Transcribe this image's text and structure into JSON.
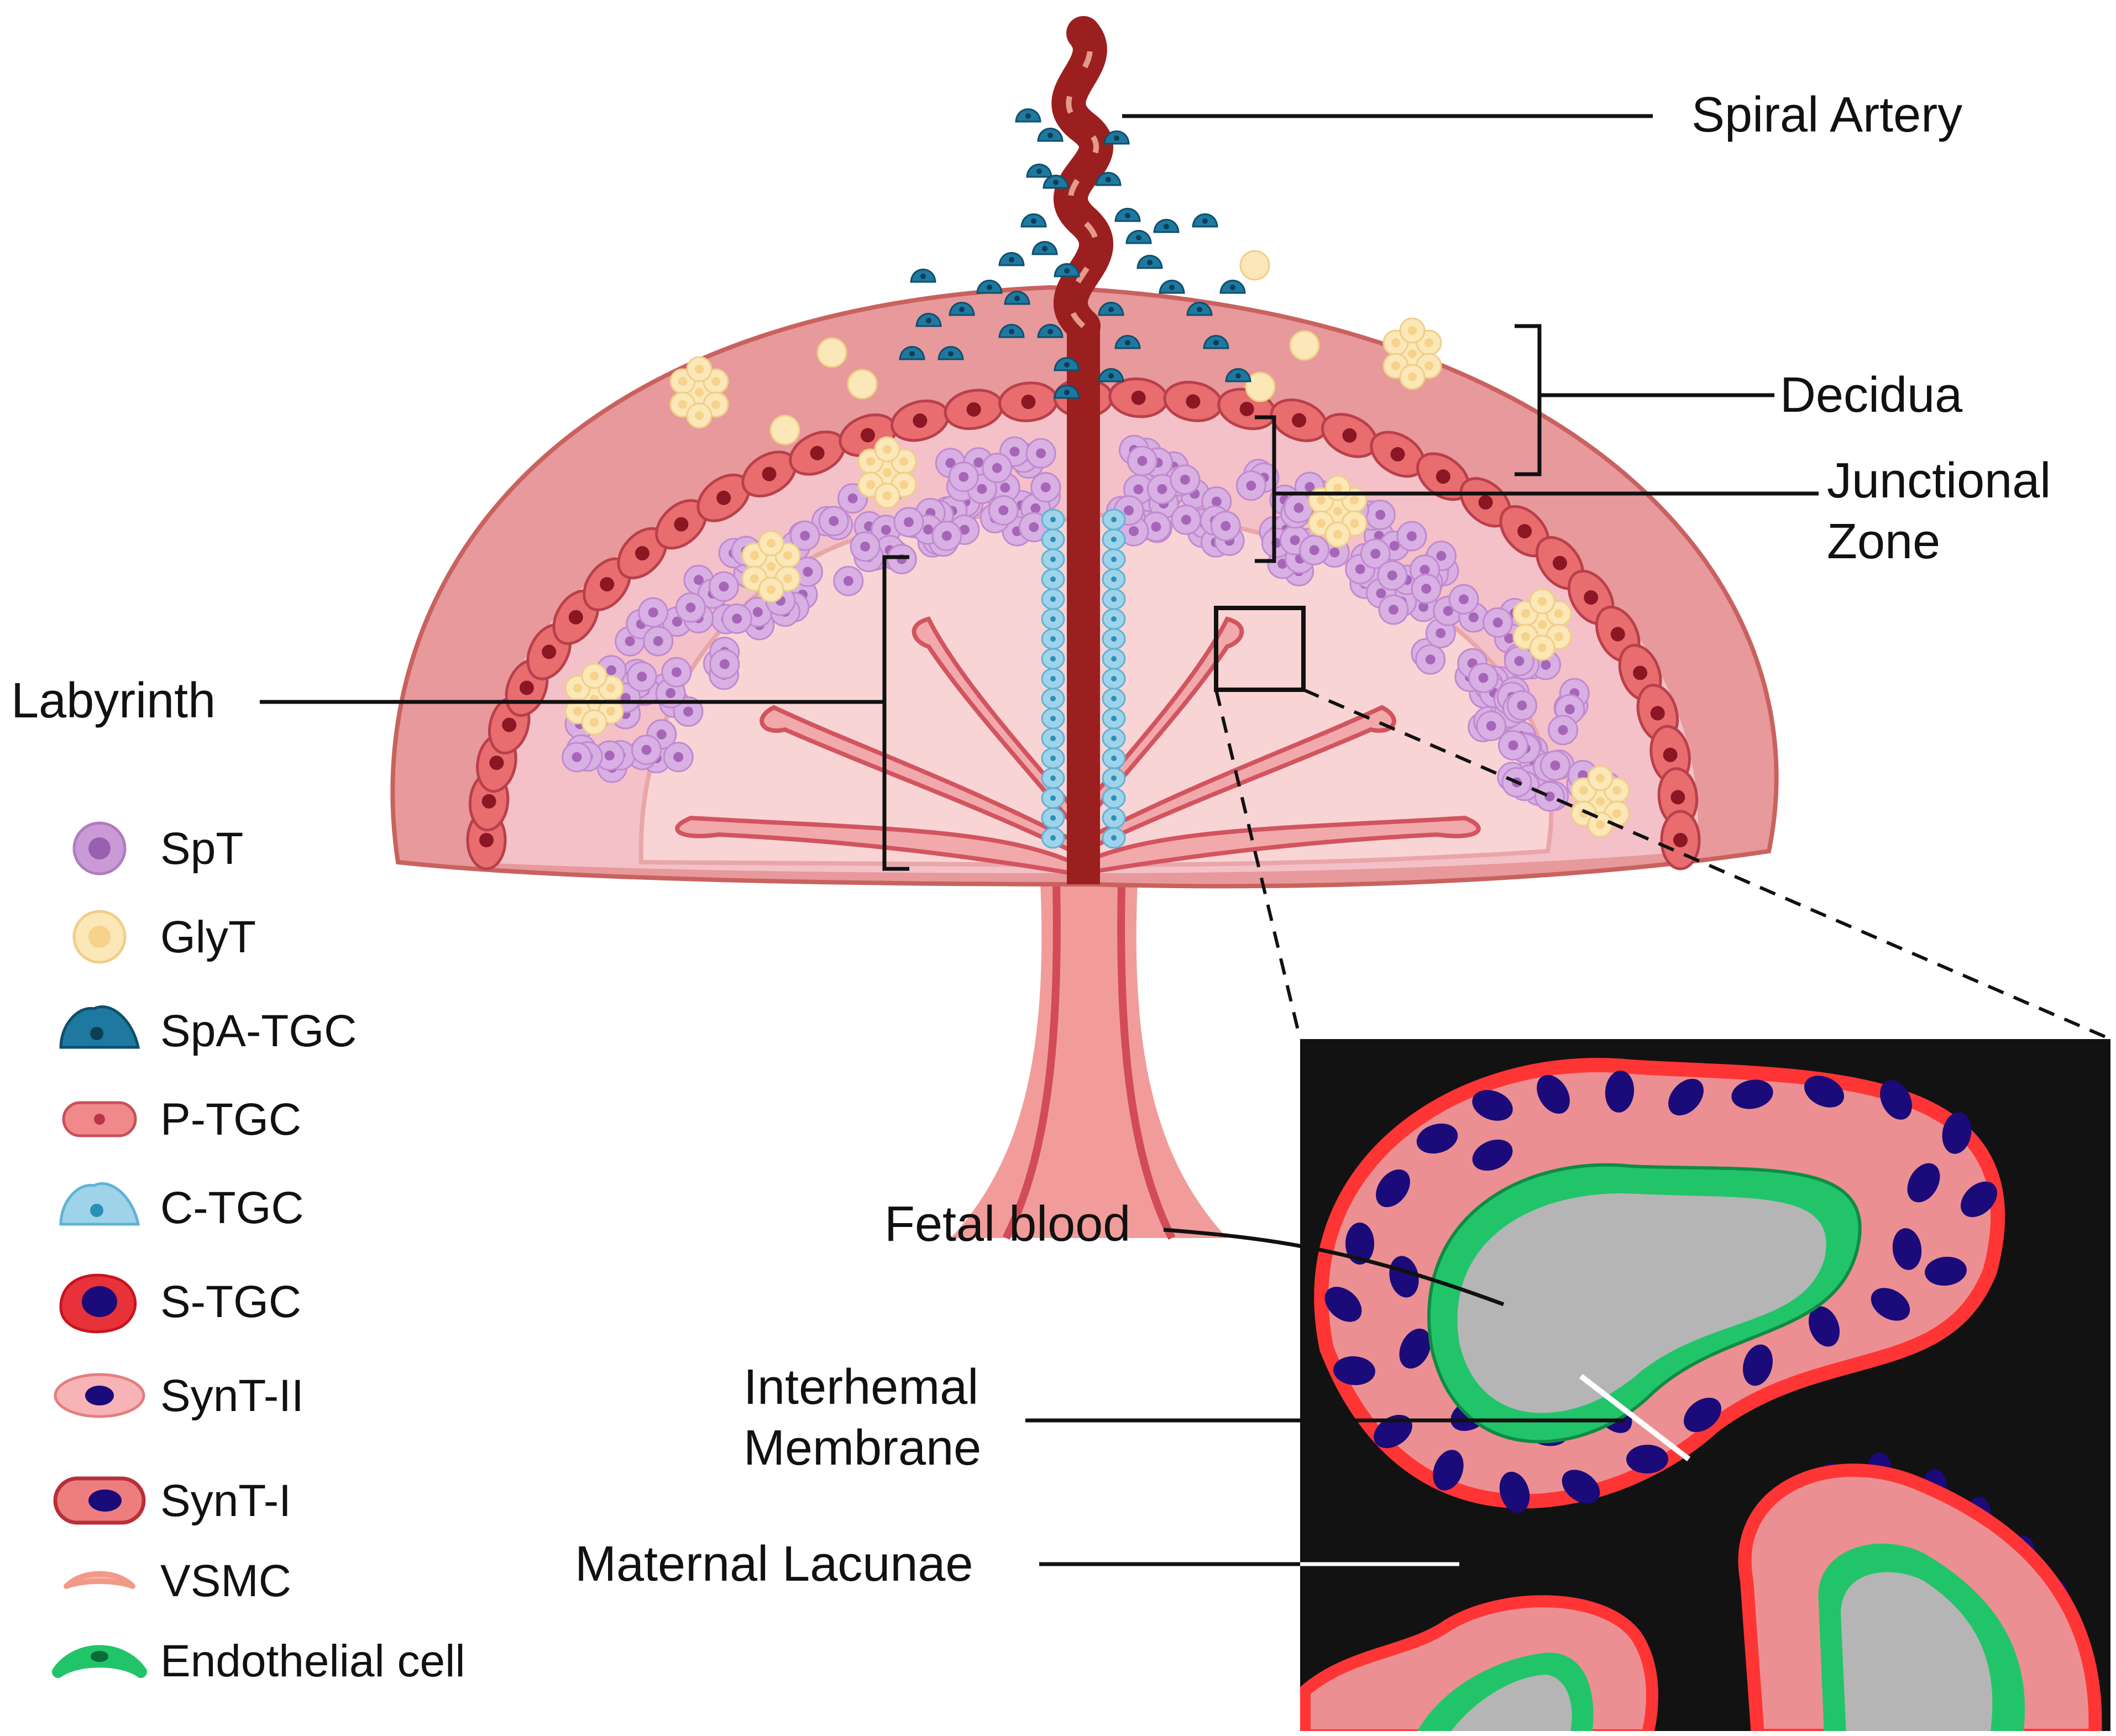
{
  "labels": {
    "spiral_artery": "Spiral Artery",
    "decidua": "Decidua",
    "junctional_zone_line1": "Junctional",
    "junctional_zone_line2": "Zone",
    "labyrinth": "Labyrinth",
    "fetal_blood": "Fetal blood",
    "interhemal_line1": "Interhemal",
    "interhemal_line2": "Membrane",
    "maternal_lacunae": "Maternal Lacunae"
  },
  "legend": [
    {
      "key": "spt",
      "label": "SpT",
      "icon": "spongiotrophoblast-cell-icon",
      "fill": "#c99ad6",
      "nucleus": "#9a5fae"
    },
    {
      "key": "glyt",
      "label": "GlyT",
      "icon": "glycogen-trophoblast-cell-icon",
      "fill": "#fbe7b8",
      "nucleus": "#f6d28a"
    },
    {
      "key": "spa-tgc",
      "label": "SpA-TGC",
      "icon": "spiral-artery-tgc-icon",
      "fill": "#1e78a0",
      "nucleus": "#0d3e57"
    },
    {
      "key": "p-tgc",
      "label": "P-TGC",
      "icon": "parietal-tgc-icon",
      "fill": "#f08a8a",
      "nucleus": "#b8344a"
    },
    {
      "key": "c-tgc",
      "label": "C-TGC",
      "icon": "canal-tgc-icon",
      "fill": "#9fd3ea",
      "nucleus": "#2b8fb8"
    },
    {
      "key": "s-tgc",
      "label": "S-TGC",
      "icon": "sinusoidal-tgc-icon",
      "fill": "#e8323a",
      "nucleus": "#1a0a7a"
    },
    {
      "key": "synt-ii",
      "label": "SynT-II",
      "icon": "syncytiotrophoblast-ii-icon",
      "fill": "#f7b3b5",
      "nucleus": "#1a0a7a"
    },
    {
      "key": "synt-i",
      "label": "SynT-I",
      "icon": "syncytiotrophoblast-i-icon",
      "fill": "#ee7e7e",
      "nucleus": "#1a0a7a"
    },
    {
      "key": "vsmc",
      "label": "VSMC",
      "icon": "vascular-smooth-muscle-cell-icon",
      "fill": "#f7b8a8",
      "nucleus": ""
    },
    {
      "key": "endo",
      "label": "Endothelial cell",
      "icon": "endothelial-cell-icon",
      "fill": "#22c46a",
      "nucleus": "#0a6b3a"
    }
  ],
  "colors": {
    "decidua": "#e7999b",
    "decidua_edge": "#c9625f",
    "junctional": "#f3c1c7",
    "labyrinth": "#f9d4d4",
    "artery": "#9b1f1f",
    "inset_bg": "#121212",
    "fetal_blood": "#b5b5b5"
  }
}
